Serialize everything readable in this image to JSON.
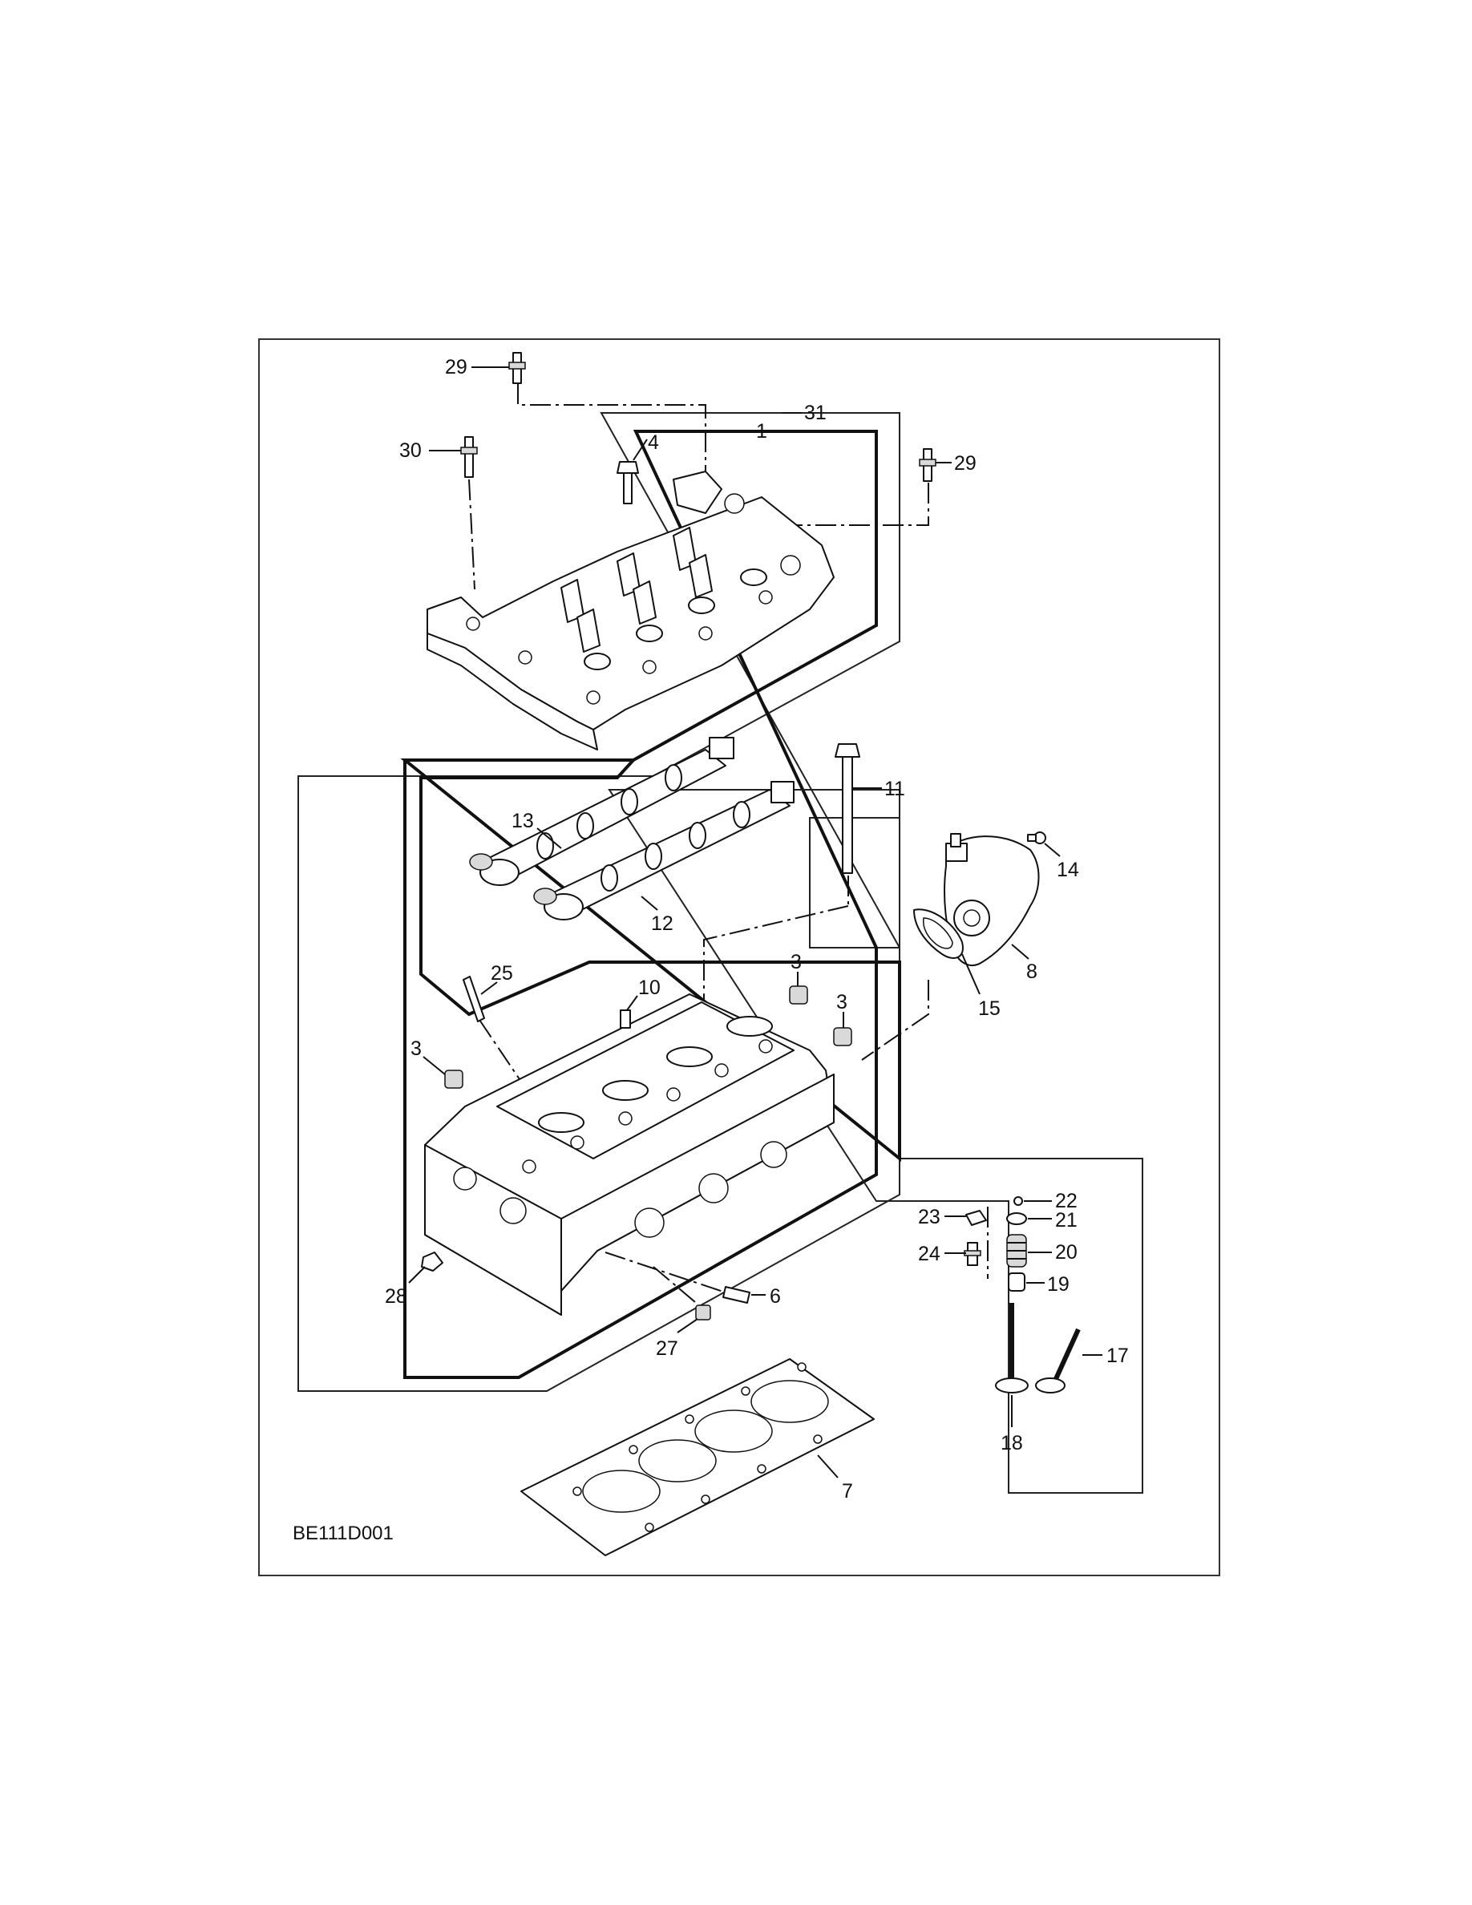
{
  "drawing": {
    "reference_code": "BE111D001",
    "callouts": {
      "c1": "1",
      "c3a": "3",
      "c3b": "3",
      "c3c": "3",
      "c4": "4",
      "c6": "6",
      "c7": "7",
      "c8": "8",
      "c10": "10",
      "c11": "11",
      "c12": "12",
      "c13": "13",
      "c14": "14",
      "c15": "15",
      "c17": "17",
      "c18": "18",
      "c19": "19",
      "c20": "20",
      "c21": "21",
      "c22": "22",
      "c23": "23",
      "c24": "24",
      "c25": "25",
      "c27": "27",
      "c28": "28",
      "c29a": "29",
      "c29b": "29",
      "c30": "30",
      "c31": "31"
    }
  }
}
